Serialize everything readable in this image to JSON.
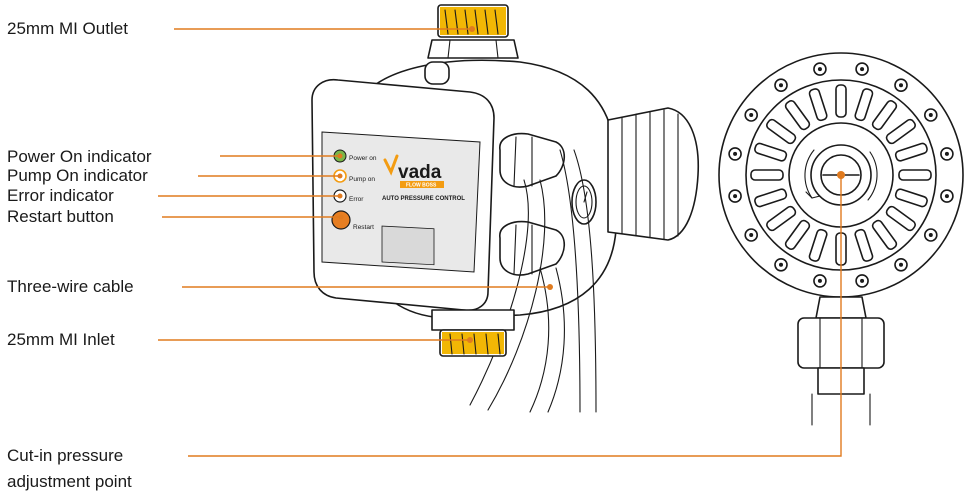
{
  "callouts": {
    "outlet": "25mm MI Outlet",
    "power_on": "Power On indicator",
    "pump_on": "Pump On indicator",
    "error": "Error indicator",
    "restart": "Restart button",
    "cable": "Three-wire cable",
    "inlet": "25mm MI Inlet",
    "cutin_line1": "Cut-in pressure",
    "cutin_line2": "adjustment point"
  },
  "panel": {
    "power_on": "Power on",
    "pump_on": "Pump on",
    "error": "Error",
    "restart": "Restart",
    "brand": "vada",
    "brand_tagline": "FLOW BOSS",
    "product": "AUTO PRESSURE CONTROL"
  },
  "colors": {
    "leader": "#e07b1f",
    "power_led": "#7ab648",
    "pump_led": "#f39c12",
    "restart_button": "#e67e22",
    "panel_face": "#e9e9e9",
    "brand_accent": "#f39c12"
  }
}
